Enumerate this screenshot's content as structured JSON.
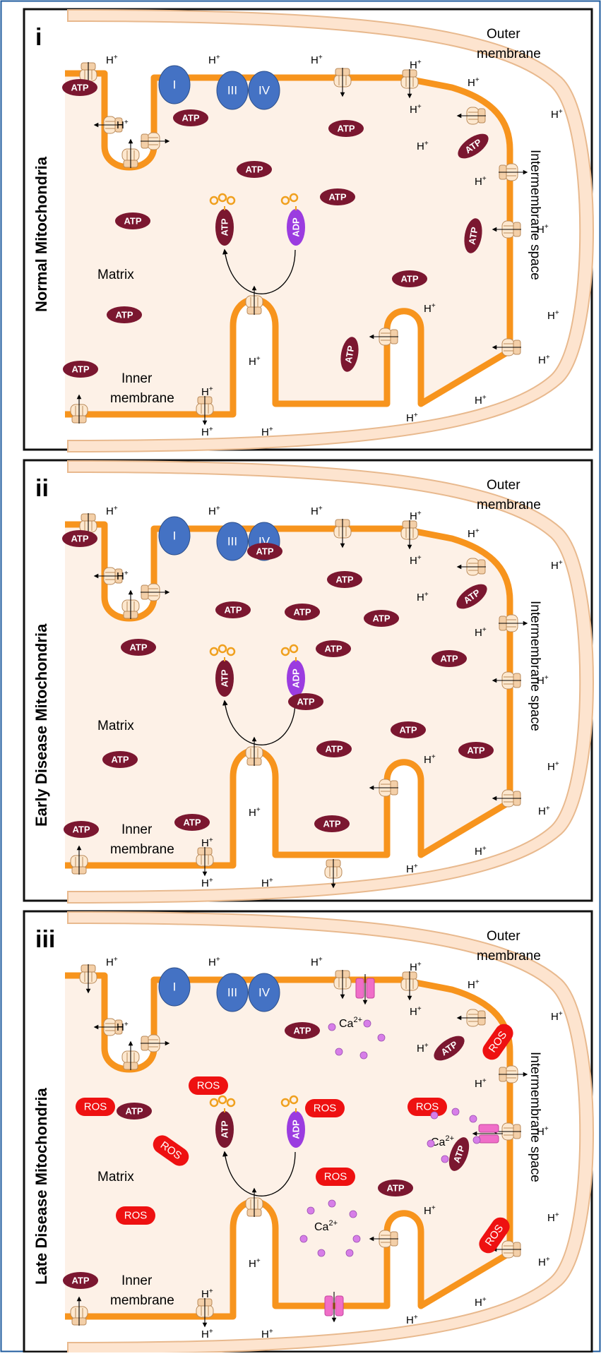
{
  "panels": [
    {
      "numeral": "i",
      "title": "Normal Mitochondria",
      "labels": {
        "outer_1": "Outer",
        "outer_2": "membrane",
        "inner_1": "Inner",
        "inner_2": "membrane",
        "matrix": "Matrix",
        "ims": "Intermembrane space"
      },
      "complexes": [
        "I",
        "III",
        "IV"
      ],
      "atp_label": "ATP",
      "adp_label": "ADP",
      "proton_label": "H",
      "proton_charge": "+"
    },
    {
      "numeral": "ii",
      "title": "Early Disease  Mitochondria",
      "labels": {
        "outer_1": "Outer",
        "outer_2": "membrane",
        "inner_1": "Inner",
        "inner_2": "membrane",
        "matrix": "Matrix",
        "ims": "Intermembrane space"
      },
      "complexes": [
        "I",
        "III",
        "IV"
      ],
      "atp_label": "ATP",
      "adp_label": "ADP",
      "proton_label": "H",
      "proton_charge": "+"
    },
    {
      "numeral": "iii",
      "title": "Late Disease  Mitochondria",
      "labels": {
        "outer_1": "Outer",
        "outer_2": "membrane",
        "inner_1": "Inner",
        "inner_2": "membrane",
        "matrix": "Matrix",
        "ims": "Intermembrane space"
      },
      "complexes": [
        "I",
        "III",
        "IV"
      ],
      "atp_label": "ATP",
      "adp_label": "ADP",
      "proton_label": "H",
      "proton_charge": "+",
      "ros_label": "ROS",
      "calcium_label": "Ca",
      "calcium_charge": "2+"
    }
  ],
  "colors": {
    "frame_border": "#1f5b9e",
    "panel_border": "#111111",
    "outer_membrane_fill": "#fde4cf",
    "outer_membrane_stroke": "#e8b98e",
    "inner_membrane": "#f7941d",
    "matrix_fill": "#fdf1e7",
    "atp": "#7b1730",
    "adp": "#9b3ce0",
    "phosphate": "#f0a01e",
    "complex": "#4472c4",
    "ros": "#ee1111",
    "calcium": "#d77ee8",
    "calcium_channel": "#f06ec8"
  }
}
